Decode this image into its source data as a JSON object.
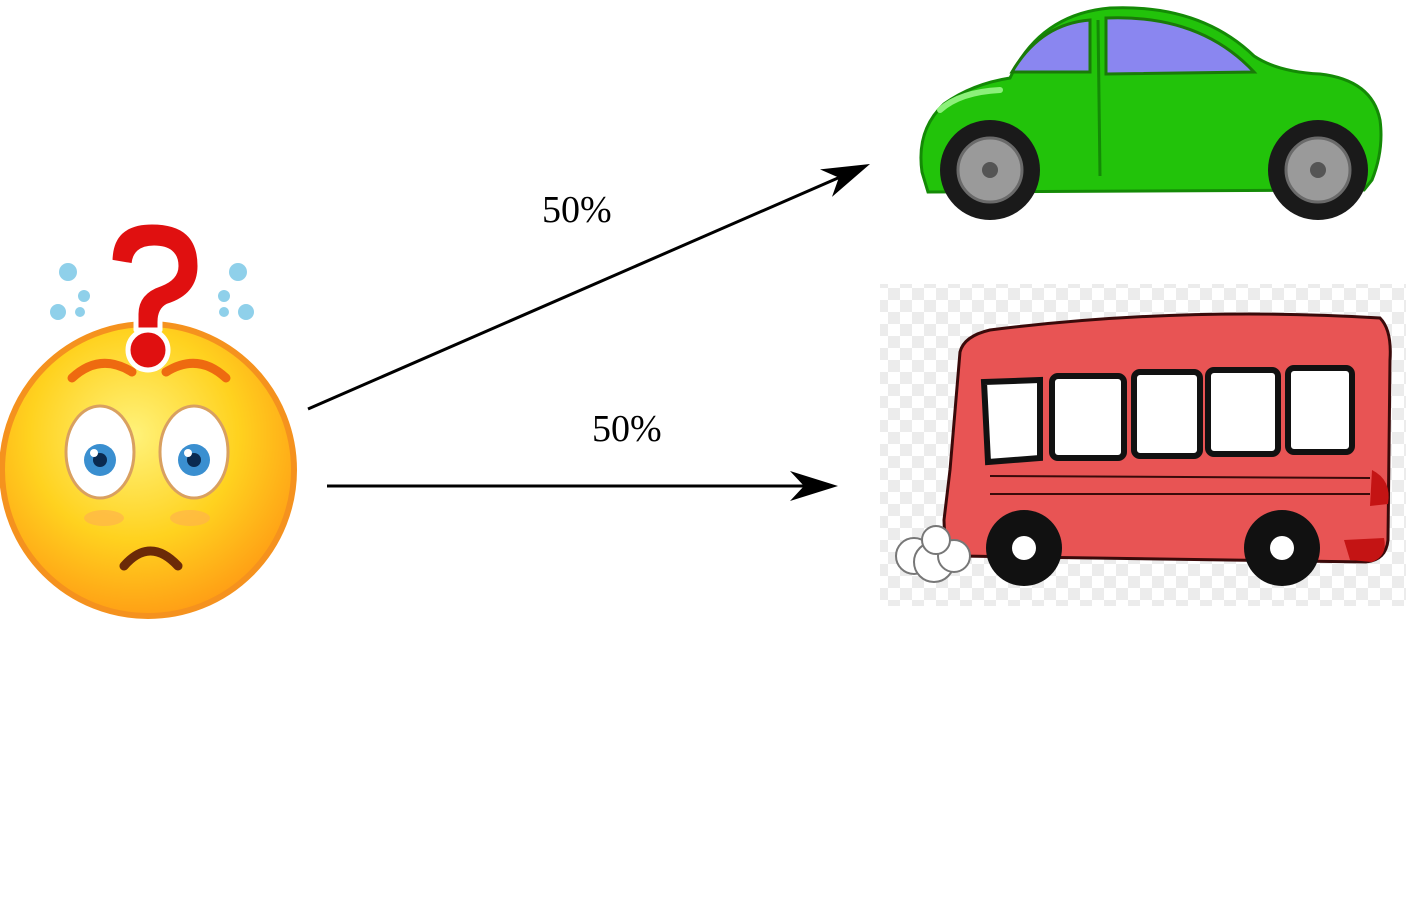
{
  "diagram": {
    "edges": [
      {
        "label": "50%",
        "target": "car"
      },
      {
        "label": "50%",
        "target": "bus"
      }
    ],
    "nodes": {
      "source": {
        "icon": "confused-face-icon"
      },
      "car": {
        "icon": "green-car-icon"
      },
      "bus": {
        "icon": "red-bus-icon"
      }
    }
  },
  "colors": {
    "face_fill": "#ffd21f",
    "face_outline": "#f28c1a",
    "question_mark": "#e01010",
    "car_body": "#22c30a",
    "car_window": "#8a86f0",
    "bus_body": "#e85454",
    "arrow": "#000000"
  }
}
